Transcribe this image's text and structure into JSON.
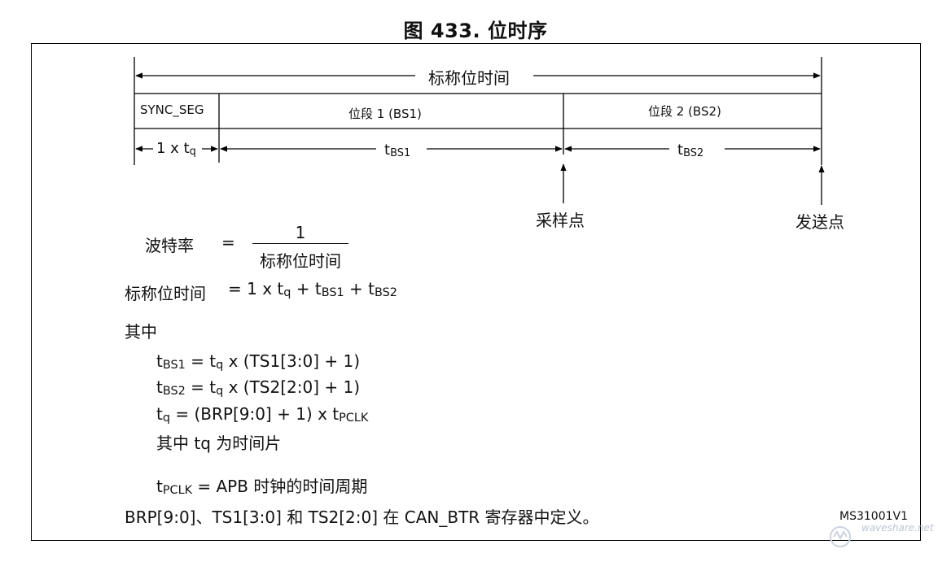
{
  "figure": {
    "title": "图 433. 位时序"
  },
  "diagram": {
    "nominal_bit_time": "标称位时间",
    "segments": {
      "sync": "SYNC_SEG",
      "bs1": "位段 1 (BS1)",
      "bs2": "位段 2 (BS2)"
    },
    "durations": {
      "sync_prefix": "1 x t",
      "sync_sub": "q",
      "t": "t",
      "bs1_sub": "BS1",
      "bs2_sub": "BS2"
    },
    "points": {
      "sample": "采样点",
      "transmit": "发送点"
    }
  },
  "formulas": {
    "baud_label": "波特率",
    "equals": "=",
    "numerator": "1",
    "denominator": "标称位时间",
    "nominal_label": "标称位时间",
    "nominal_eq": {
      "p1": "= 1 x t",
      "s1": "q",
      "p2": " + t",
      "s2": "BS1",
      "p3": " + t",
      "s3": "BS2"
    },
    "where": "其中",
    "tbs1": {
      "t": "t",
      "sub": "BS1",
      "eq": " = t",
      "sub2": "q",
      "rest": " x (TS1[3:0] + 1)"
    },
    "tbs2": {
      "t": "t",
      "sub": "BS2",
      "eq": " = t",
      "sub2": "q",
      "rest": " x (TS2[2:0] + 1)"
    },
    "tq": {
      "t": "t",
      "sub": "q",
      "eq": " = (BRP[9:0] + 1) x t",
      "sub2": "PCLK"
    },
    "tq_note": "其中 tq 为时间片",
    "tpclk": {
      "t": "t",
      "sub": "PCLK",
      "rest": " = APB 时钟的时间周期"
    },
    "defined": "BRP[9:0]、TS1[3:0] 和 TS2[2:0] 在 CAN_BTR 寄存器中定义。"
  },
  "footer": {
    "code": "MS31001V1"
  },
  "watermark": {
    "text": "waveshare.net"
  }
}
